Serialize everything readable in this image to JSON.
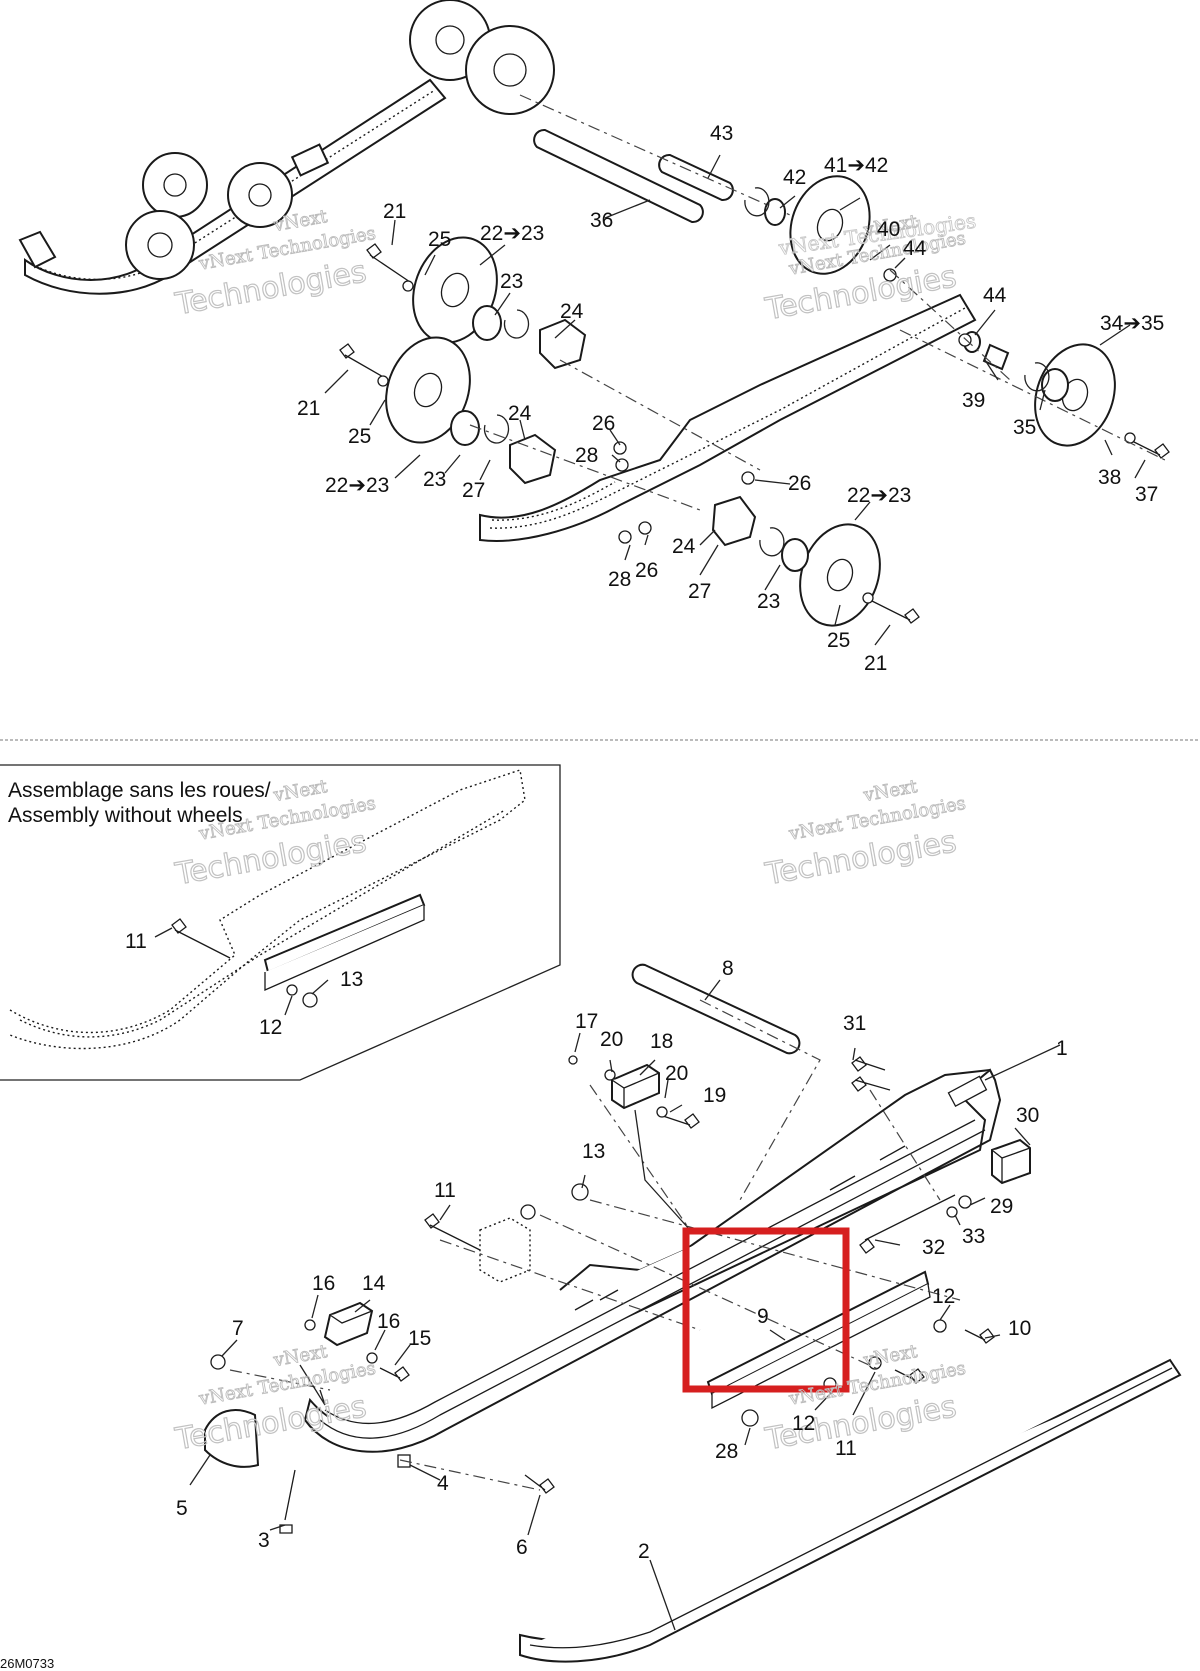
{
  "inset": {
    "title_line1": "Assemblage sans les roues/",
    "title_line2": "Assembly without wheels"
  },
  "figure_code": "26M0733",
  "watermark": {
    "line1": "vNext",
    "line2": "vNext Technologies",
    "line3": "Technologies"
  },
  "callouts": [
    {
      "id": "c43",
      "text": "43"
    },
    {
      "id": "c42a",
      "text": "42"
    },
    {
      "id": "c4142",
      "text": "41➔42"
    },
    {
      "id": "c36",
      "text": "36"
    },
    {
      "id": "c40",
      "text": "40"
    },
    {
      "id": "c44a",
      "text": "44"
    },
    {
      "id": "c21a",
      "text": "21"
    },
    {
      "id": "c25a",
      "text": "25"
    },
    {
      "id": "c2223a",
      "text": "22➔23"
    },
    {
      "id": "c23a",
      "text": "23"
    },
    {
      "id": "c24a",
      "text": "24"
    },
    {
      "id": "c44b",
      "text": "44"
    },
    {
      "id": "c3435",
      "text": "34➔35"
    },
    {
      "id": "c21b",
      "text": "21"
    },
    {
      "id": "c25b",
      "text": "25"
    },
    {
      "id": "c39",
      "text": "39"
    },
    {
      "id": "c35",
      "text": "35"
    },
    {
      "id": "c24b",
      "text": "24"
    },
    {
      "id": "c26a",
      "text": "26"
    },
    {
      "id": "c28a",
      "text": "28"
    },
    {
      "id": "c2223b",
      "text": "22➔23"
    },
    {
      "id": "c23b",
      "text": "23"
    },
    {
      "id": "c27a",
      "text": "27"
    },
    {
      "id": "c26b",
      "text": "26"
    },
    {
      "id": "c38",
      "text": "38"
    },
    {
      "id": "c37",
      "text": "37"
    },
    {
      "id": "c2223c",
      "text": "22➔23"
    },
    {
      "id": "c24c",
      "text": "24"
    },
    {
      "id": "c28b",
      "text": "28"
    },
    {
      "id": "c26c",
      "text": "26"
    },
    {
      "id": "c27b",
      "text": "27"
    },
    {
      "id": "c23c",
      "text": "23"
    },
    {
      "id": "c25c",
      "text": "25"
    },
    {
      "id": "c21c",
      "text": "21"
    },
    {
      "id": "c11a",
      "text": "11"
    },
    {
      "id": "c13a",
      "text": "13"
    },
    {
      "id": "c12a",
      "text": "12"
    },
    {
      "id": "c8",
      "text": "8"
    },
    {
      "id": "c17",
      "text": "17"
    },
    {
      "id": "c20a",
      "text": "20"
    },
    {
      "id": "c18",
      "text": "18"
    },
    {
      "id": "c31",
      "text": "31"
    },
    {
      "id": "c1",
      "text": "1"
    },
    {
      "id": "c20b",
      "text": "20"
    },
    {
      "id": "c19",
      "text": "19"
    },
    {
      "id": "c30",
      "text": "30"
    },
    {
      "id": "c13b",
      "text": "13"
    },
    {
      "id": "c11b",
      "text": "11"
    },
    {
      "id": "c29",
      "text": "29"
    },
    {
      "id": "c33",
      "text": "33"
    },
    {
      "id": "c32",
      "text": "32"
    },
    {
      "id": "c16a",
      "text": "16"
    },
    {
      "id": "c14",
      "text": "14"
    },
    {
      "id": "c9",
      "text": "9"
    },
    {
      "id": "c12b",
      "text": "12"
    },
    {
      "id": "c7",
      "text": "7"
    },
    {
      "id": "c16b",
      "text": "16"
    },
    {
      "id": "c15",
      "text": "15"
    },
    {
      "id": "c10",
      "text": "10"
    },
    {
      "id": "c12c",
      "text": "12"
    },
    {
      "id": "c28c",
      "text": "28"
    },
    {
      "id": "c11c",
      "text": "11"
    },
    {
      "id": "c4",
      "text": "4"
    },
    {
      "id": "c5",
      "text": "5"
    },
    {
      "id": "c3",
      "text": "3"
    },
    {
      "id": "c6",
      "text": "6"
    },
    {
      "id": "c2",
      "text": "2"
    }
  ],
  "highlight": {
    "color": "#d61f1f",
    "target_part": "9"
  }
}
